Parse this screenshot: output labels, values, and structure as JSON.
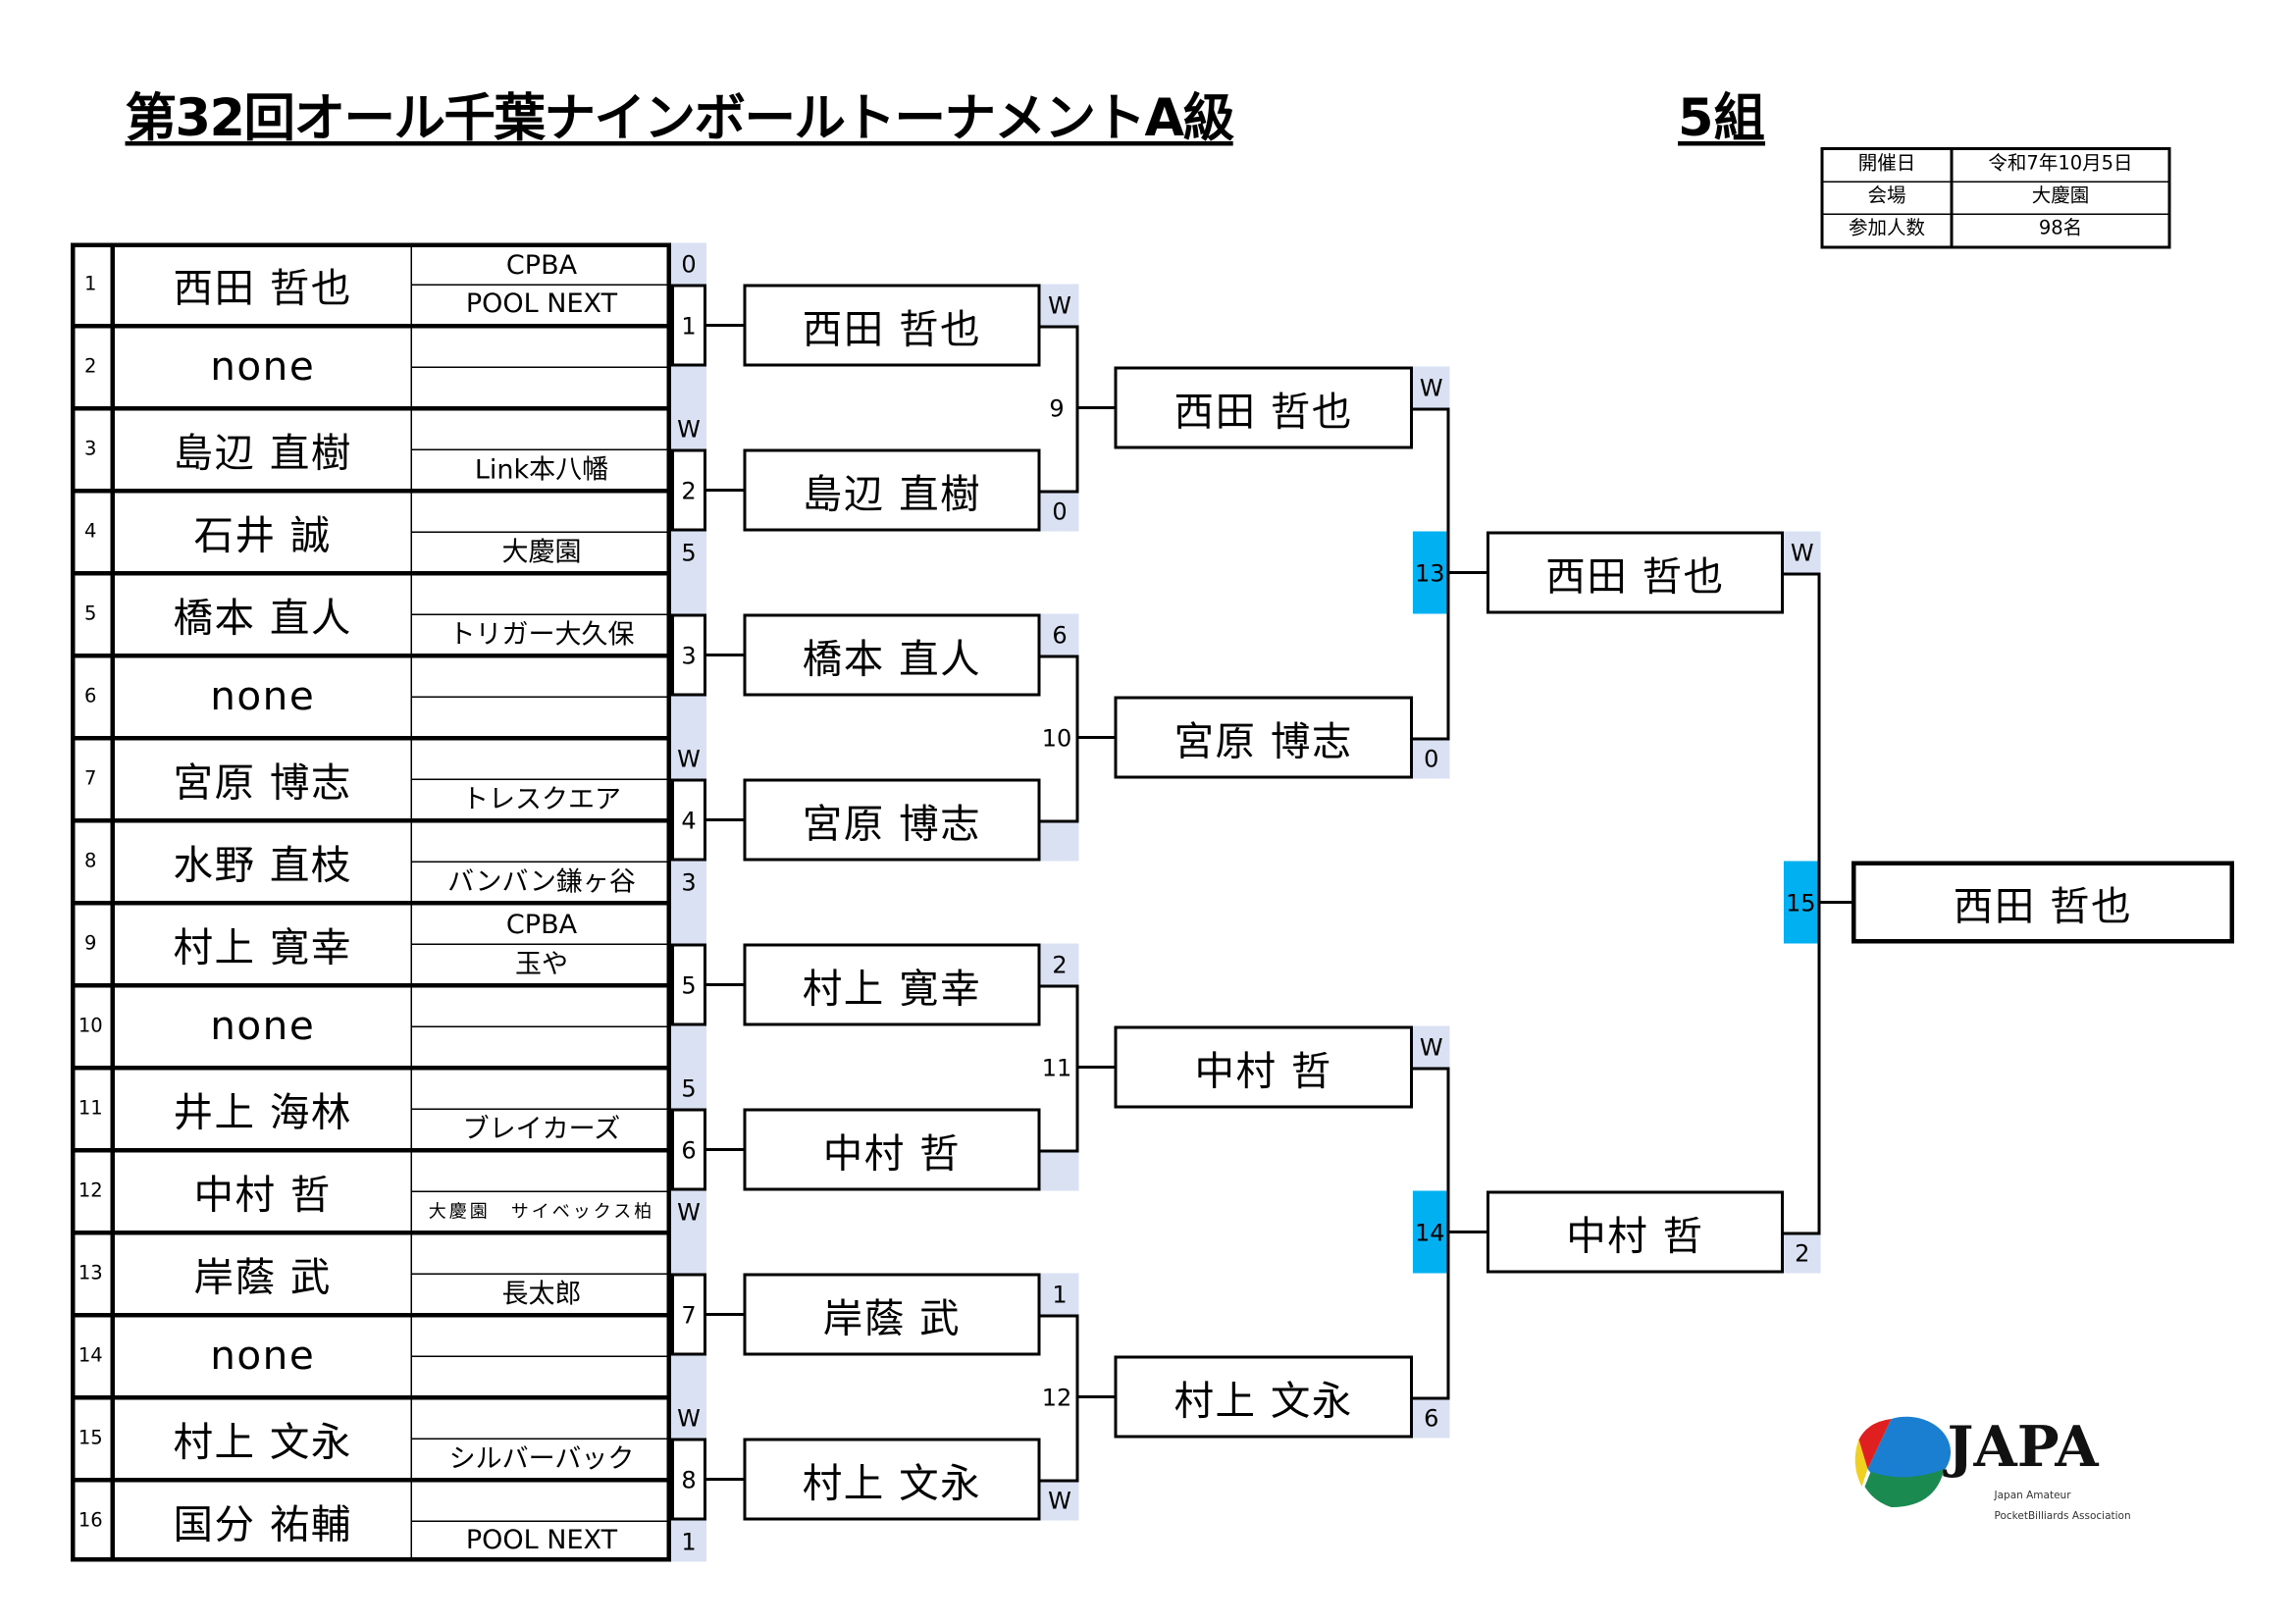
{
  "header": {
    "title": "第32回オール千葉ナインボールトーナメントA級",
    "group": "5組"
  },
  "info": [
    {
      "label": "開催日",
      "value": "令和7年10月5日"
    },
    {
      "label": "会場",
      "value": "大慶園"
    },
    {
      "label": "参加人数",
      "value": "98名"
    }
  ],
  "players": [
    {
      "seed": "1",
      "name": "西田 哲也",
      "club_top": "CPBA",
      "club_bottom": "POOL NEXT"
    },
    {
      "seed": "2",
      "name": "none",
      "club_top": "",
      "club_bottom": ""
    },
    {
      "seed": "3",
      "name": "島辺 直樹",
      "club_top": "",
      "club_bottom": "Link本八幡"
    },
    {
      "seed": "4",
      "name": "石井 誠",
      "club_top": "",
      "club_bottom": "大慶園"
    },
    {
      "seed": "5",
      "name": "橋本 直人",
      "club_top": "",
      "club_bottom": "トリガー大久保"
    },
    {
      "seed": "6",
      "name": "none",
      "club_top": "",
      "club_bottom": ""
    },
    {
      "seed": "7",
      "name": "宮原 博志",
      "club_top": "",
      "club_bottom": "トレスクエア"
    },
    {
      "seed": "8",
      "name": "水野 直枝",
      "club_top": "",
      "club_bottom": "バンバン鎌ヶ谷"
    },
    {
      "seed": "9",
      "name": "村上 寛幸",
      "club_top": "CPBA",
      "club_bottom": "玉や"
    },
    {
      "seed": "10",
      "name": "none",
      "club_top": "",
      "club_bottom": ""
    },
    {
      "seed": "11",
      "name": "井上 海林",
      "club_top": "",
      "club_bottom": "ブレイカーズ"
    },
    {
      "seed": "12",
      "name": "中村 哲",
      "club_top": "",
      "club_bottom": "大慶園　サイベックス柏",
      "club_small": true
    },
    {
      "seed": "13",
      "name": "岸蔭 武",
      "club_top": "",
      "club_bottom": "長太郎"
    },
    {
      "seed": "14",
      "name": "none",
      "club_top": "",
      "club_bottom": ""
    },
    {
      "seed": "15",
      "name": "村上 文永",
      "club_top": "",
      "club_bottom": "シルバーバック"
    },
    {
      "seed": "16",
      "name": "国分 祐輔",
      "club_top": "",
      "club_bottom": "POOL NEXT"
    }
  ],
  "rounds": [
    {
      "matches": [
        {
          "number": "1",
          "score_top": "0",
          "score_bottom": ""
        },
        {
          "number": "2",
          "score_top": "W",
          "score_bottom": "5"
        },
        {
          "number": "3",
          "score_top": "",
          "score_bottom": ""
        },
        {
          "number": "4",
          "score_top": "W",
          "score_bottom": "3"
        },
        {
          "number": "5",
          "score_top": "",
          "score_bottom": ""
        },
        {
          "number": "6",
          "score_top": "5",
          "score_bottom": "W"
        },
        {
          "number": "7",
          "score_top": "",
          "score_bottom": ""
        },
        {
          "number": "8",
          "score_top": "W",
          "score_bottom": "1"
        }
      ],
      "winners": [
        "西田 哲也",
        "島辺 直樹",
        "橋本 直人",
        "宮原 博志",
        "村上 寛幸",
        "中村 哲",
        "岸蔭 武",
        "村上 文永"
      ]
    },
    {
      "matches": [
        {
          "number": "9",
          "score_top": "W",
          "score_bottom": "0"
        },
        {
          "number": "10",
          "score_top": "6",
          "score_bottom": ""
        },
        {
          "number": "11",
          "score_top": "2",
          "score_bottom": ""
        },
        {
          "number": "12",
          "score_top": "1",
          "score_bottom": "W"
        }
      ],
      "winners": [
        "西田 哲也",
        "宮原 博志",
        "中村 哲",
        "村上 文永"
      ]
    },
    {
      "matches": [
        {
          "number": "13",
          "score_top": "W",
          "score_bottom": "0"
        },
        {
          "number": "14",
          "score_top": "W",
          "score_bottom": "6"
        }
      ],
      "winners": [
        "西田 哲也",
        "中村 哲"
      ]
    },
    {
      "matches": [
        {
          "number": "15",
          "score_top": "W",
          "score_bottom": "2"
        }
      ],
      "winners": [
        "西田 哲也"
      ]
    }
  ],
  "logo": {
    "text": "JAPA",
    "subtitle_1": "Japan Amateur",
    "subtitle_2": "PocketBilliards Association"
  },
  "colors": {
    "score_bg": "#d9e1f2",
    "semi_final_highlight": "#00b0f0"
  }
}
